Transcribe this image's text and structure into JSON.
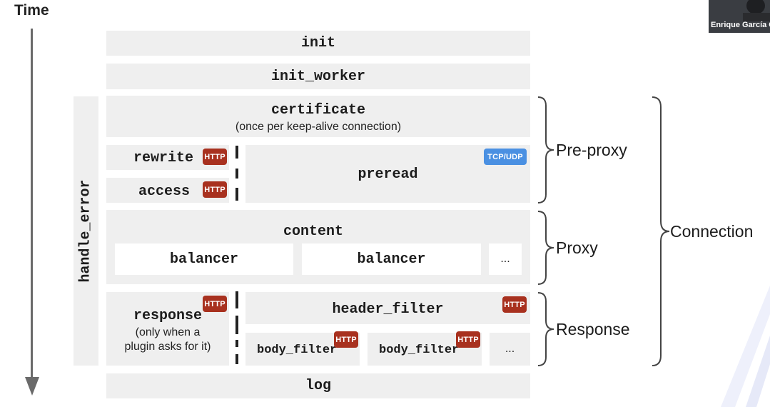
{
  "time_label": "Time",
  "phases": {
    "init": "init",
    "init_worker": "init_worker",
    "certificate": "certificate",
    "certificate_note": "(once per keep-alive connection)",
    "rewrite": "rewrite",
    "access": "access",
    "preread": "preread",
    "content": "content",
    "balancer_1": "balancer",
    "balancer_2": "balancer",
    "content_more": "...",
    "response": "response",
    "response_note_1": "(only when a",
    "response_note_2": "plugin asks for it)",
    "header_filter": "header_filter",
    "body_filter_1": "body_filter",
    "body_filter_2": "body_filter",
    "body_more": "...",
    "log": "log",
    "handle_error": "handle_error"
  },
  "badges": {
    "http": "HTTP",
    "tcp_udp": "TCP/UDP"
  },
  "groups": {
    "pre_proxy": "Pre-proxy",
    "proxy": "Proxy",
    "response": "Response",
    "connection": "Connection"
  },
  "webcam": {
    "name": "Enrique García C"
  },
  "colors": {
    "box": "#efefef",
    "http_badge": "#a8311f",
    "tcp_badge": "#4a90e2"
  }
}
